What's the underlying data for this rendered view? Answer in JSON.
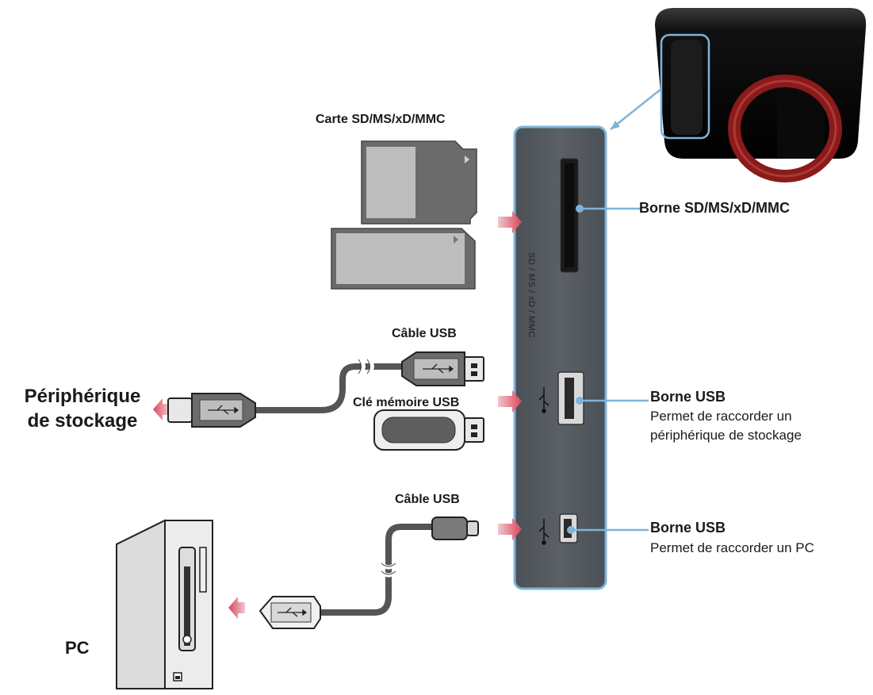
{
  "labels": {
    "card_types": "Carte SD/MS/xD/MMC",
    "usb_cable_top": "Câble USB",
    "usb_key": "Clé mémoire USB",
    "storage_device_line1": "Périphérique",
    "storage_device_line2": "de stockage",
    "usb_cable_bottom": "Câble USB",
    "pc": "PC",
    "port_card_slot": "SD / MS / xD / MMC"
  },
  "callouts": {
    "card_slot_title": "Borne SD/MS/xD/MMC",
    "usb_host_title": "Borne USB",
    "usb_host_desc_line1": "Permet de raccorder un",
    "usb_host_desc_line2": "périphérique de stockage",
    "usb_device_title": "Borne USB",
    "usb_device_desc": "Permet de raccorder un PC"
  },
  "colors": {
    "panel": "#52585e",
    "panel_outline": "#7fb3d8",
    "callout_line": "#7fb3d8",
    "arrow": "#d9465a",
    "frame_ring": "#8b1a1a",
    "card_dark": "#6b6b6b",
    "card_light": "#bdbdbd",
    "cable": "#555555"
  }
}
